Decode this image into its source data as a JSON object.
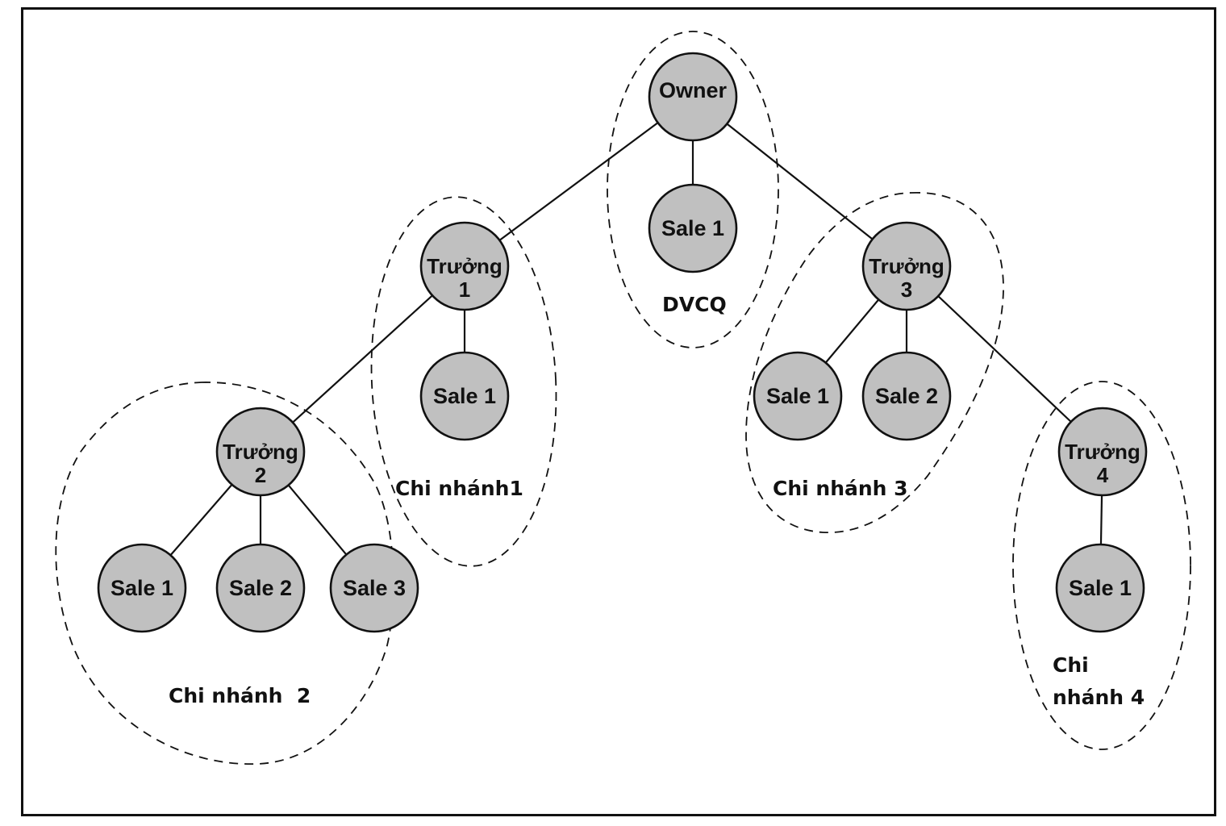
{
  "diagram": {
    "type": "organization-tree",
    "node_fill": "#c0c0c0",
    "stroke_color": "#111111",
    "nodes": [
      {
        "id": "owner",
        "lines": [
          "Owner"
        ],
        "parent": null
      },
      {
        "id": "dvcq-sale1",
        "lines": [
          "Sale 1"
        ],
        "parent": "owner"
      },
      {
        "id": "truong1",
        "lines": [
          "Trưởng",
          "1"
        ],
        "parent": "owner"
      },
      {
        "id": "truong3",
        "lines": [
          "Trưởng",
          "3"
        ],
        "parent": "owner"
      },
      {
        "id": "cn1-sale1",
        "lines": [
          "Sale 1"
        ],
        "parent": "truong1"
      },
      {
        "id": "truong2",
        "lines": [
          "Trưởng",
          "2"
        ],
        "parent": "truong1"
      },
      {
        "id": "cn2-sale1",
        "lines": [
          "Sale 1"
        ],
        "parent": "truong2"
      },
      {
        "id": "cn2-sale2",
        "lines": [
          "Sale 2"
        ],
        "parent": "truong2"
      },
      {
        "id": "cn2-sale3",
        "lines": [
          "Sale 3"
        ],
        "parent": "truong2"
      },
      {
        "id": "cn3-sale1",
        "lines": [
          "Sale 1"
        ],
        "parent": "truong3"
      },
      {
        "id": "cn3-sale2",
        "lines": [
          "Sale 2"
        ],
        "parent": "truong3"
      },
      {
        "id": "truong4",
        "lines": [
          "Trưởng",
          "4"
        ],
        "parent": "truong3"
      },
      {
        "id": "cn4-sale1",
        "lines": [
          "Sale 1"
        ],
        "parent": "truong4"
      }
    ],
    "groups": [
      {
        "id": "dvcq",
        "label_lines": [
          "DVCQ"
        ],
        "members": [
          "owner",
          "dvcq-sale1"
        ]
      },
      {
        "id": "chi-nhanh-1",
        "label_lines": [
          "Chi nhánh1"
        ],
        "members": [
          "truong1",
          "cn1-sale1"
        ]
      },
      {
        "id": "chi-nhanh-2",
        "label_lines": [
          "Chi nhánh  2"
        ],
        "members": [
          "truong2",
          "cn2-sale1",
          "cn2-sale2",
          "cn2-sale3"
        ]
      },
      {
        "id": "chi-nhanh-3",
        "label_lines": [
          "Chi nhánh 3"
        ],
        "members": [
          "truong3",
          "cn3-sale1",
          "cn3-sale2"
        ]
      },
      {
        "id": "chi-nhanh-4",
        "label_lines": [
          "Chi",
          "nhánh 4"
        ],
        "members": [
          "truong4",
          "cn4-sale1"
        ]
      }
    ]
  }
}
